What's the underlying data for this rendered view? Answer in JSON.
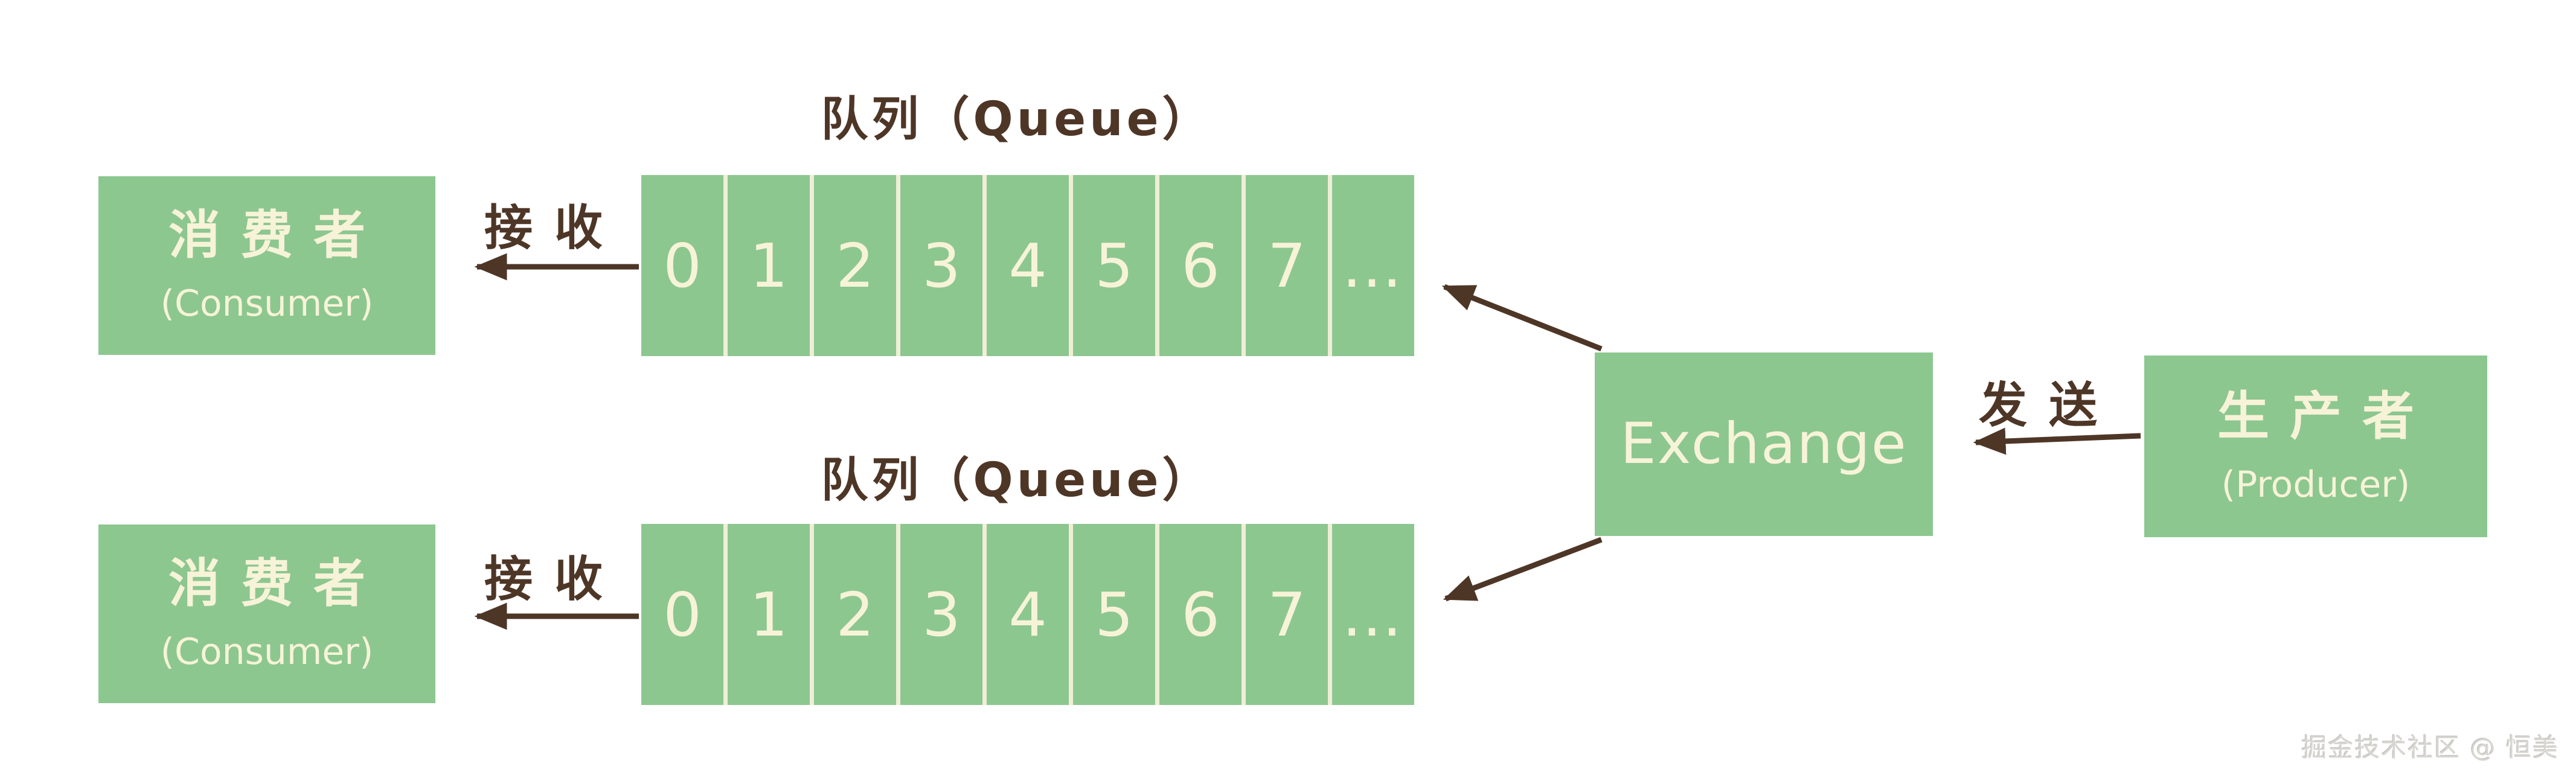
{
  "colors": {
    "green": "#8cc78f",
    "cream": "#f7f3d8",
    "brown": "#4e3627",
    "watermark": "#d8d6d2",
    "bg": "#ffffff"
  },
  "nodes": {
    "consumer_top": {
      "title_cn": "消费者",
      "title_en": "(Consumer)"
    },
    "consumer_bottom": {
      "title_cn": "消费者",
      "title_en": "(Consumer)"
    },
    "exchange": {
      "label": "Exchange"
    },
    "producer": {
      "title_cn": "生产者",
      "title_en": "(Producer)"
    }
  },
  "queues": [
    {
      "label": "队列（Queue）",
      "cells": [
        "0",
        "1",
        "2",
        "3",
        "4",
        "5",
        "6",
        "7",
        "…"
      ]
    },
    {
      "label": "队列（Queue）",
      "cells": [
        "0",
        "1",
        "2",
        "3",
        "4",
        "5",
        "6",
        "7",
        "…"
      ]
    }
  ],
  "edges": {
    "receive_top": "接收",
    "receive_bottom": "接收",
    "send": "发送"
  },
  "watermark": "掘金技术社区 @ 恒美"
}
